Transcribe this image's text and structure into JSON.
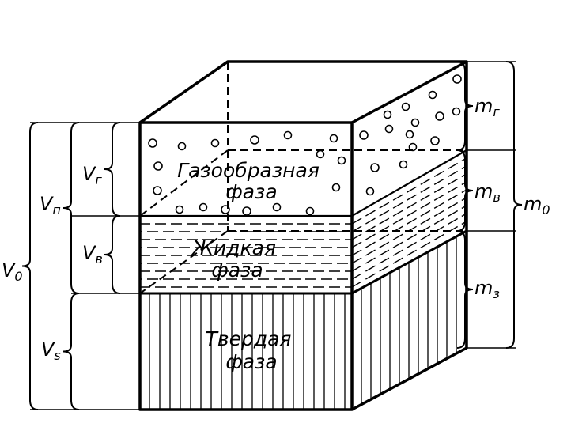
{
  "phases": {
    "gas": [
      "Газообразная",
      "фаза"
    ],
    "liquid": [
      "Жидкая",
      "фаза"
    ],
    "solid": [
      "Твердая",
      "фаза"
    ]
  },
  "volume_labels": {
    "v0": {
      "base": "V",
      "sub": "0"
    },
    "vn": {
      "base": "V",
      "sub": "п"
    },
    "vg": {
      "base": "V",
      "sub": "г"
    },
    "vv": {
      "base": "V",
      "sub": "в"
    },
    "vs": {
      "base": "V",
      "sub": "s"
    }
  },
  "mass_labels": {
    "mg": {
      "base": "m",
      "sub": "г"
    },
    "mv": {
      "base": "m",
      "sub": "в"
    },
    "ms": {
      "base": "m",
      "sub": "з"
    },
    "m0": {
      "base": "m",
      "sub": "0"
    }
  }
}
